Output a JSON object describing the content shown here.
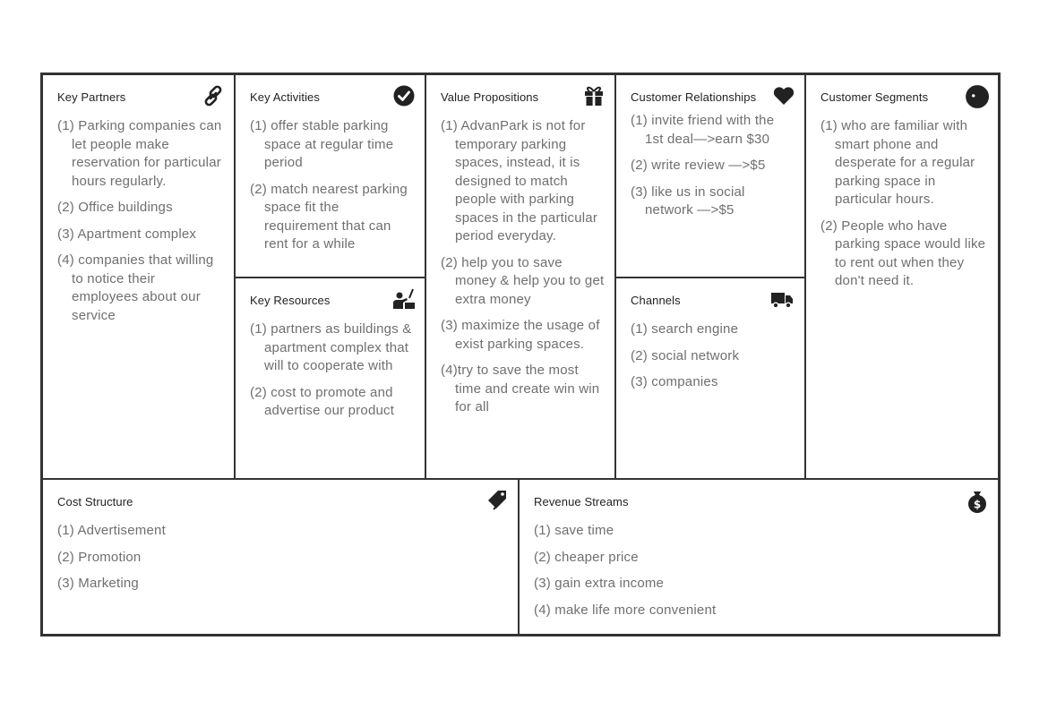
{
  "key_partners": {
    "title": "Key Partners",
    "icon": "link-icon",
    "items": [
      "(1) Parking companies can let people make reservation for particular hours regularly.",
      "(2) Office buildings",
      "(3) Apartment complex",
      "(4) companies that willing to notice their employees about our service"
    ]
  },
  "key_activities": {
    "title": "Key Activities",
    "icon": "check-circle-icon",
    "items": [
      "(1) offer stable parking space at regular time period",
      "(2) match nearest parking space fit the requirement that can rent for a while"
    ]
  },
  "key_resources": {
    "title": "Key Resources",
    "icon": "worker-icon",
    "items": [
      "(1) partners as buildings & apartment complex that will to cooperate with",
      "(2) cost to promote and advertise our product"
    ]
  },
  "value_propositions": {
    "title": "Value Propositions",
    "icon": "gift-icon",
    "items": [
      "(1) AdvanPark is not for temporary parking spaces, instead, it is designed to match people with parking spaces in the particular period everyday.",
      "(2) help you to save money & help you to get extra money",
      "(3)  maximize the usage of exist parking spaces.",
      "(4)try to save the most time and create win win for all"
    ]
  },
  "customer_relationships": {
    "title": "Customer Relationships",
    "icon": "heart-icon",
    "items": [
      "(1) invite friend with the 1st deal—>earn $30",
      "(2) write review —>$5",
      "(3) like us in social network —>$5"
    ]
  },
  "channels": {
    "title": "Channels",
    "icon": "truck-icon",
    "items": [
      "(1) search engine",
      "(2) social network",
      "(3) companies"
    ]
  },
  "customer_segments": {
    "title": "Customer Segments",
    "icon": "person-head-icon",
    "items": [
      "(1) who are familiar with smart phone and desperate for a regular parking space in particular hours.",
      "(2) People who have parking space would like to rent out when they don't need it."
    ]
  },
  "cost_structure": {
    "title": "Cost Structure",
    "icon": "price-tag-icon",
    "items": [
      "(1) Advertisement",
      "(2) Promotion",
      "(3) Marketing"
    ]
  },
  "revenue_streams": {
    "title": "Revenue Streams",
    "icon": "money-bag-icon",
    "items": [
      "(1) save time",
      "(2) cheaper price",
      "(3) gain extra income",
      "(4) make life more convenient"
    ]
  }
}
